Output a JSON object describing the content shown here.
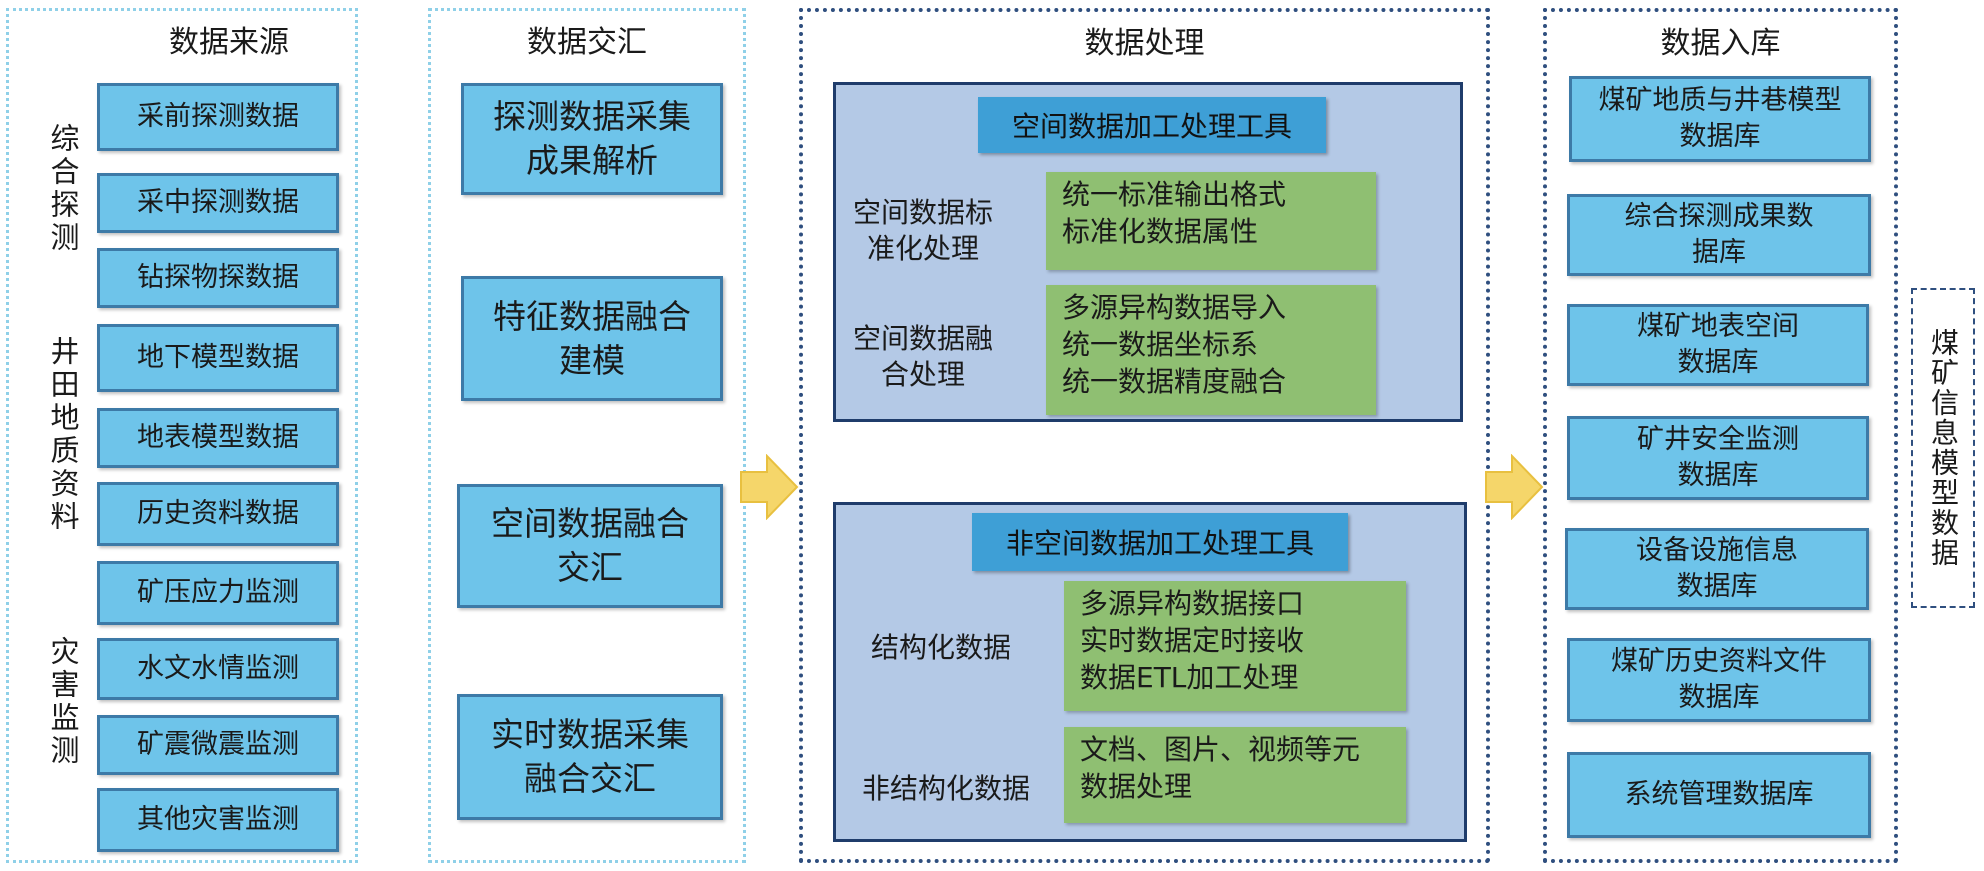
{
  "panels": {
    "sources": {
      "title": "数据来源",
      "groups": [
        {
          "label": "综合探测",
          "items": [
            "采前探测数据",
            "采中探测数据",
            "钻探物探数据"
          ]
        },
        {
          "label": "井田地质资料",
          "items": [
            "地下模型数据",
            "地表模型数据",
            "历史资料数据"
          ]
        },
        {
          "label": "灾害监测",
          "items": [
            "矿压应力监测",
            "水文水情监测",
            "矿震微震监测",
            "其他灾害监测"
          ]
        }
      ]
    },
    "convergence": {
      "title": "数据交汇",
      "items": [
        "探测数据采集成果解析",
        "特征数据融合建模",
        "空间数据融合交汇",
        "实时数据采集融合交汇"
      ]
    },
    "processing": {
      "title": "数据处理",
      "spatial": {
        "tool_title": "空间数据加工处理工具",
        "rows": [
          {
            "label": "空间数据标准化处理",
            "lines": [
              "统一标准输出格式",
              "标准化数据属性"
            ]
          },
          {
            "label": "空间数据融合处理",
            "lines": [
              "多源异构数据导入",
              "统一数据坐标系",
              "统一数据精度融合"
            ]
          }
        ]
      },
      "nonspatial": {
        "tool_title": "非空间数据加工处理工具",
        "rows": [
          {
            "label": "结构化数据",
            "lines": [
              "多源异构数据接口",
              "实时数据定时接收",
              "数据ETL加工处理"
            ]
          },
          {
            "label": "非结构化数据",
            "lines": [
              "文档、图片、视频等元",
              "数据处理"
            ]
          }
        ]
      }
    },
    "storage": {
      "title": "数据入库",
      "items": [
        "煤矿地质与井巷模型数据库",
        "综合探测成果数据库",
        "煤矿地表空间数据库",
        "矿井安全监测数据库",
        "设备设施信息数据库",
        "煤矿历史资料文件数据库",
        "系统管理数据库"
      ]
    }
  },
  "side_label": "煤矿信息模型数据",
  "colors": {
    "source_box": "#6ec4ea",
    "green_box": "#8fbf72",
    "subpanel": "#b4c9e6",
    "tool_title": "#3e9fd6",
    "arrow": "#f5d66a"
  }
}
